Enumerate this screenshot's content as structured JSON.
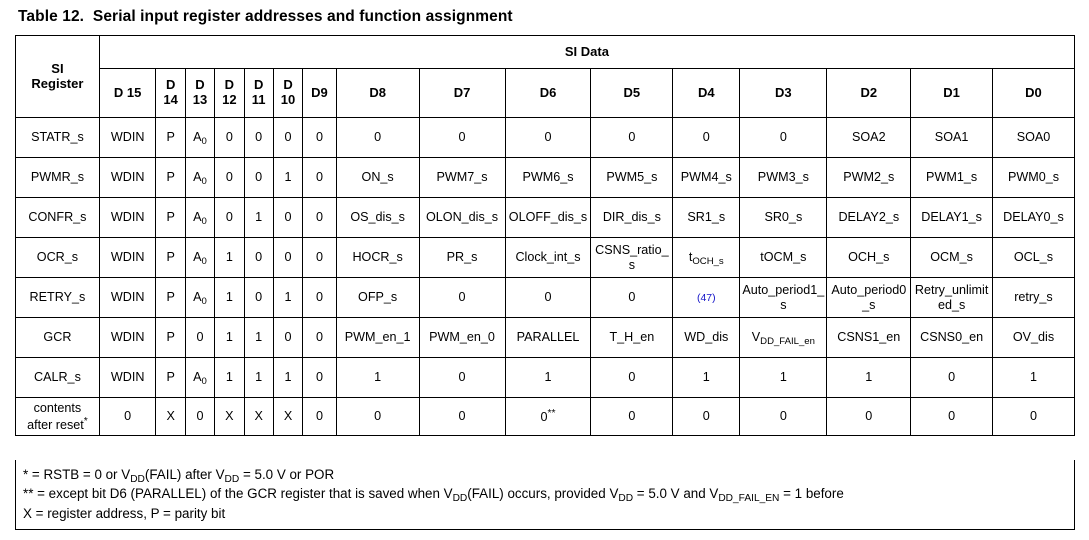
{
  "table": {
    "title": "Table 12.  Serial input register addresses and function assignment",
    "group_header": "SI Data",
    "row_header_label": "SI\nRegister",
    "columns": [
      "D 15",
      "D\n14",
      "D\n13",
      "D\n12",
      "D\n11",
      "D\n10",
      "D9",
      "D8",
      "D7",
      "D6",
      "D5",
      "D4",
      "D3",
      "D2",
      "D1",
      "D0"
    ],
    "rows": [
      {
        "name": "STATR_s",
        "cells": [
          "WDIN",
          "P",
          "A0",
          "0",
          "0",
          "0",
          "0",
          "0",
          "0",
          "0",
          "0",
          "0",
          "0",
          "SOA2",
          "SOA1",
          "SOA0"
        ]
      },
      {
        "name": "PWMR_s",
        "cells": [
          "WDIN",
          "P",
          "A0",
          "0",
          "0",
          "1",
          "0",
          "ON_s",
          "PWM7_s",
          "PWM6_s",
          "PWM5_s",
          "PWM4_s",
          "PWM3_s",
          "PWM2_s",
          "PWM1_s",
          "PWM0_s"
        ]
      },
      {
        "name": "CONFR_s",
        "cells": [
          "WDIN",
          "P",
          "A0",
          "0",
          "1",
          "0",
          "0",
          "OS_dis_s",
          "OLON_dis_s",
          "OLOFF_dis_s",
          "DIR_dis_s",
          "SR1_s",
          "SR0_s",
          "DELAY2_s",
          "DELAY1_s",
          "DELAY0_s"
        ]
      },
      {
        "name": "OCR_s",
        "cells": [
          "WDIN",
          "P",
          "A0",
          "1",
          "0",
          "0",
          "0",
          "HOCR_s",
          "PR_s",
          "Clock_int_s",
          "CSNS_ratio_s",
          "tOCH_s",
          "tOCM_s",
          "OCH_s",
          "OCM_s",
          "OCL_s"
        ]
      },
      {
        "name": "RETRY_s",
        "cells": [
          "WDIN",
          "P",
          "A0",
          "1",
          "0",
          "1",
          "0",
          "OFP_s",
          "0",
          "0",
          "0",
          "(47)",
          "Auto_period1_s",
          "Auto_period0_s",
          "Retry_unlimited_s",
          "retry_s"
        ]
      },
      {
        "name": "GCR",
        "cells": [
          "WDIN",
          "P",
          "0",
          "1",
          "1",
          "0",
          "0",
          "PWM_en_1",
          "PWM_en_0",
          "PARALLEL",
          "T_H_en",
          "WD_dis",
          "VDD_FAIL_en",
          "CSNS1_en",
          "CSNS0_en",
          "OV_dis"
        ]
      },
      {
        "name": "CALR_s",
        "cells": [
          "WDIN",
          "P",
          "A0",
          "1",
          "1",
          "1",
          "0",
          "1",
          "0",
          "1",
          "0",
          "1",
          "1",
          "1",
          "0",
          "1"
        ]
      },
      {
        "name": "contents after reset*",
        "cells": [
          "0",
          "X",
          "0",
          "X",
          "X",
          "X",
          "0",
          "0",
          "0",
          "0**",
          "0",
          "0",
          "0",
          "0",
          "0",
          "0"
        ]
      }
    ]
  },
  "footnotes": {
    "line1": "* = RSTB = 0 or VDD(FAIL) after VDD = 5.0 V or POR",
    "line2": "** = except bit D6 (PARALLEL) of the GCR register that is saved when VDD(FAIL) occurs, provided VDD = 5.0 V and VDD_FAIL_EN = 1 before",
    "line3": "X = register address, P = parity bit"
  },
  "colors": {
    "text": "#000000",
    "border": "#000000",
    "footnote_link": "#1414c8",
    "background": "#ffffff"
  }
}
